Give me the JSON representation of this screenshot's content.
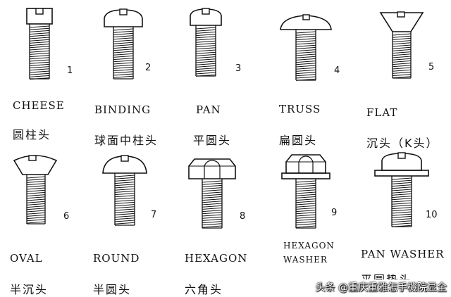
{
  "screws": [
    {
      "number": "1",
      "en": "CHEESE",
      "zh": "圆柱头",
      "head": "cheese"
    },
    {
      "number": "2",
      "en": "BINDING",
      "zh": "球面中柱头",
      "head": "binding"
    },
    {
      "number": "3",
      "en": "PAN",
      "zh": "平圆头",
      "head": "pan"
    },
    {
      "number": "4",
      "en": "TRUSS",
      "zh": "扁圆头",
      "head": "truss"
    },
    {
      "number": "5",
      "en": "FLAT",
      "zh": "沉头（K头）",
      "head": "flat"
    },
    {
      "number": "6",
      "en": "OVAL",
      "zh": "半沉头",
      "head": "oval"
    },
    {
      "number": "7",
      "en": "ROUND",
      "zh": "半圆头",
      "head": "round"
    },
    {
      "number": "8",
      "en": "HEXAGON",
      "zh": "六角头",
      "head": "hexagon"
    },
    {
      "number": "9",
      "en_line1": "HEXAGON",
      "en_line2": "WASHER",
      "zh": "",
      "head": "hexwasher"
    },
    {
      "number": "10",
      "en": "PAN WASHER",
      "zh": "平圆垫头",
      "head": "panwasher"
    }
  ],
  "watermark": "头条 @重庆重雅怎手機院显全"
}
